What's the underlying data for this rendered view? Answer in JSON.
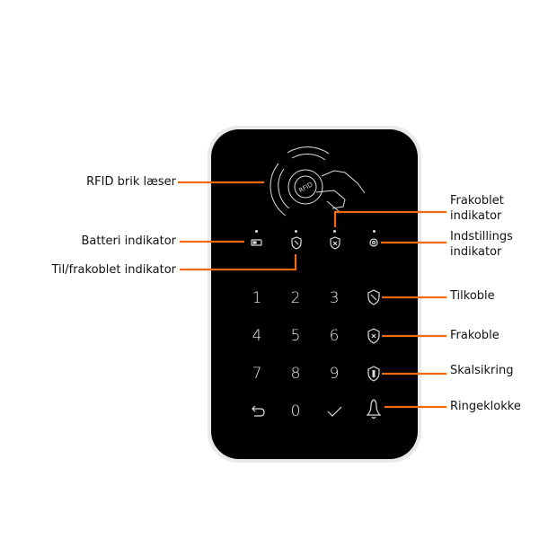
{
  "accent_color": "#f26a10",
  "device": {
    "rfid_badge": "RFID",
    "keys": [
      {
        "label": "1",
        "kind": "digit"
      },
      {
        "label": "2",
        "kind": "digit"
      },
      {
        "label": "3",
        "kind": "digit"
      },
      {
        "icon": "shield-arm-icon"
      },
      {
        "label": "4",
        "kind": "digit"
      },
      {
        "label": "5",
        "kind": "digit"
      },
      {
        "label": "6",
        "kind": "digit"
      },
      {
        "icon": "shield-x-icon"
      },
      {
        "label": "7",
        "kind": "digit"
      },
      {
        "label": "8",
        "kind": "digit"
      },
      {
        "label": "9",
        "kind": "digit"
      },
      {
        "icon": "shield-home-icon"
      },
      {
        "icon": "back-arrow-icon"
      },
      {
        "label": "0",
        "kind": "digit"
      },
      {
        "icon": "check-icon"
      },
      {
        "icon": "bell-icon"
      }
    ],
    "indicators": [
      "battery-icon",
      "shield-arm-icon",
      "shield-x-icon",
      "gear-icon"
    ]
  },
  "labels": {
    "rfid": "RFID brik læser",
    "battery": "Batteri indikator",
    "armed_status": "Til/frakoblet indikator",
    "disarmed_1": "Frakoblet",
    "disarmed_2": "indikator",
    "settings_1": "Indstillings",
    "settings_2": "indikator",
    "arm": "Tilkoble",
    "disarm": "Frakoble",
    "perimeter": "Skalsikring",
    "doorbell": "Ringeklokke"
  }
}
